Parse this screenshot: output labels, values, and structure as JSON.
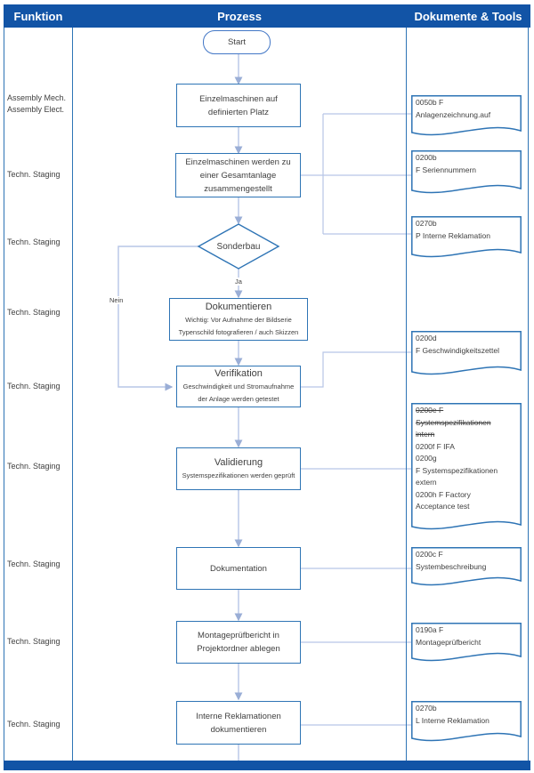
{
  "header": {
    "funktion": "Funktion",
    "prozess": "Prozess",
    "dokumente": "Dokumente & Tools"
  },
  "lanes": [
    "Assembly Mech.\nAssembly Elect.",
    "Techn. Staging",
    "Techn. Staging",
    "Techn. Staging",
    "Techn. Staging",
    "Techn. Staging",
    "Techn. Staging",
    "Techn. Staging",
    "Techn. Staging"
  ],
  "process": [
    {
      "type": "terminator",
      "title": "Start"
    },
    {
      "type": "process",
      "title": "Einzelmaschinen auf\ndefinierten Platz"
    },
    {
      "type": "process",
      "title": "Einzelmaschinen werden zu\neiner Gesamtanlage\nzusammengestellt"
    },
    {
      "type": "decision",
      "title": "Sonderbau",
      "branch_yes": "Ja",
      "branch_no": "Nein"
    },
    {
      "type": "process",
      "title": "Dokumentieren",
      "sub": "Wichtig: Vor Aufnahme der Bildserie\nTypenschild fotografieren / auch Skizzen"
    },
    {
      "type": "process",
      "title": "Verifikation",
      "sub": "Geschwindigkeit und Stromaufnahme\nder Anlage werden getestet"
    },
    {
      "type": "process",
      "title": "Validierung",
      "sub": "Systemspezifikationen werden geprüft"
    },
    {
      "type": "process",
      "title": "Dokumentation"
    },
    {
      "type": "process",
      "title": "Montageprüfbericht in\nProjektordner ablegen"
    },
    {
      "type": "process",
      "title": "Interne Reklamationen\ndokumentieren"
    }
  ],
  "documents": [
    {
      "lines": [
        "0050b F",
        "Anlagenzeichnung.auf"
      ],
      "strike_count": 0
    },
    {
      "lines": [
        "0200b",
        "F Seriennummern"
      ],
      "strike_count": 0
    },
    {
      "lines": [
        "0270b",
        "P Interne Reklamation"
      ],
      "strike_count": 0
    },
    {
      "lines": [
        "0200d",
        "F Geschwindigkeitszettel"
      ],
      "strike_count": 0
    },
    {
      "lines": [
        "0200e F",
        "Systemspezifikationen",
        "intern",
        "0200f F IFA",
        "0200g",
        "F Systemspezifikationen",
        "extern",
        "0200h F Factory",
        "Acceptance test"
      ],
      "strike_count": 3
    },
    {
      "lines": [
        "0200c F",
        "Systembeschreibung"
      ],
      "strike_count": 0
    },
    {
      "lines": [
        "0190a F",
        "Montageprüfbericht"
      ],
      "strike_count": 0
    },
    {
      "lines": [
        "0270b",
        "L Interne Reklamation"
      ],
      "strike_count": 0
    }
  ],
  "colors": {
    "header_bg": "#1254A6",
    "shape_border": "#2E74B5",
    "connector": "#B7C5E6",
    "arrowhead": "#9AAED6",
    "text": "#3F3F3F"
  }
}
